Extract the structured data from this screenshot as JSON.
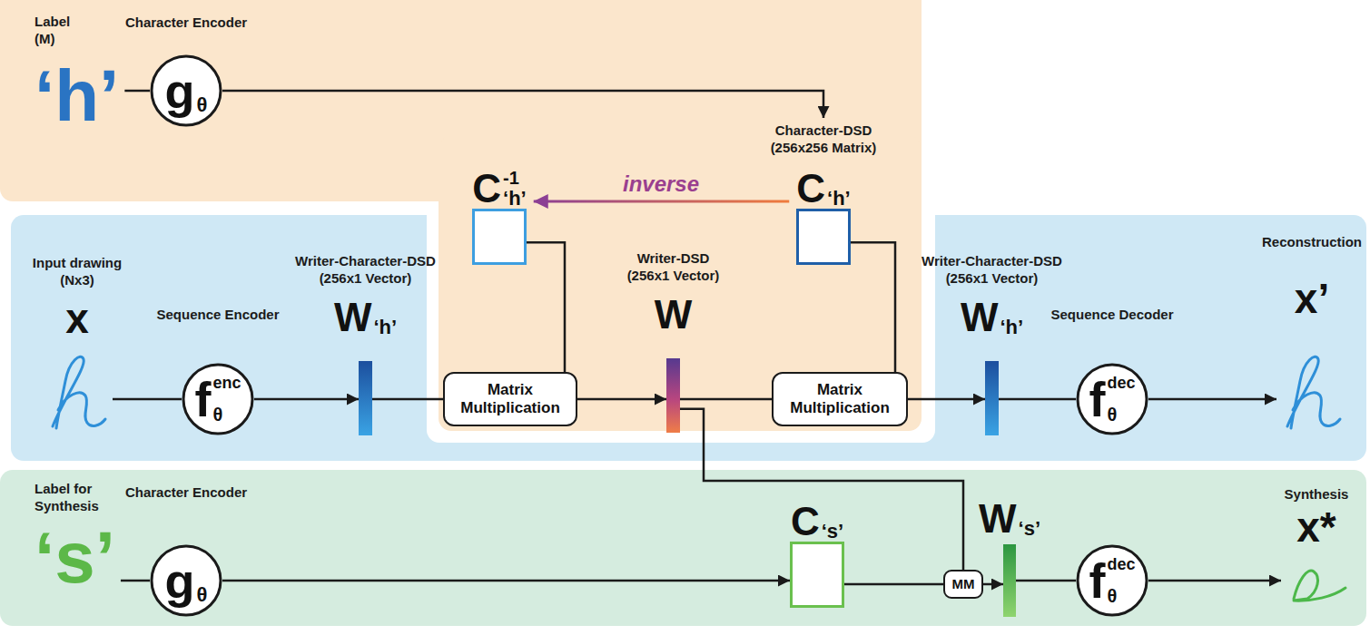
{
  "diagram": {
    "nodes": [
      {
        "text": [
          "Label (M)",
          "‘h’"
        ]
      },
      {
        "text": [
          "Character Encoder",
          "g",
          "θ"
        ]
      },
      {
        "text": [
          "Character-DSD (256x256 Matrix)",
          "C",
          "‘h’"
        ]
      },
      {
        "text": [
          "C",
          "-1",
          "‘h’"
        ]
      },
      {
        "text": [
          "Input drawing (Nx3)",
          "x"
        ]
      },
      {
        "text": [
          "Sequence Encoder",
          "f",
          "enc",
          "θ"
        ]
      },
      {
        "text": [
          "Writer-Character-DSD (256x1 Vector)",
          "W",
          "‘h’"
        ]
      },
      {
        "text": [
          "Matrix Multiplication"
        ]
      },
      {
        "text": [
          "Writer-DSD (256x1 Vector)",
          "W"
        ]
      },
      {
        "text": [
          "Matrix Multiplication"
        ]
      },
      {
        "text": [
          "Writer-Character-DSD (256x1 Vector)",
          "W",
          "‘h’"
        ]
      },
      {
        "text": [
          "Sequence Decoder",
          "f",
          "dec",
          "θ"
        ]
      },
      {
        "text": [
          "Reconstruction",
          "x’"
        ]
      },
      {
        "text": [
          "Label for Synthesis",
          "‘s’"
        ]
      },
      {
        "text": [
          "Character Encoder",
          "g",
          "θ"
        ]
      },
      {
        "text": [
          "C",
          "‘s’"
        ]
      },
      {
        "text": [
          "MM"
        ]
      },
      {
        "text": [
          "W",
          "‘s’"
        ]
      },
      {
        "text": [
          "f",
          "dec",
          "θ"
        ]
      },
      {
        "text": [
          "Synthesis",
          "x*"
        ]
      }
    ],
    "edges": [
      {
        "from": 0,
        "to": 1,
        "arrow": "none"
      },
      {
        "from": 1,
        "to": 2,
        "arrow": "to"
      },
      {
        "from": 2,
        "to": 3,
        "label": "inverse",
        "arrow": "to"
      },
      {
        "from": 4,
        "to": 5,
        "arrow": "none"
      },
      {
        "from": 5,
        "to": 6,
        "arrow": "to"
      },
      {
        "from": 6,
        "to": 7,
        "arrow": "none"
      },
      {
        "from": 3,
        "to": 7,
        "arrow": "none"
      },
      {
        "from": 7,
        "to": 8,
        "arrow": "to"
      },
      {
        "from": 8,
        "to": 9,
        "arrow": "none"
      },
      {
        "from": 2,
        "to": 9,
        "arrow": "none"
      },
      {
        "from": 9,
        "to": 10,
        "arrow": "to"
      },
      {
        "from": 10,
        "to": 11,
        "arrow": "none"
      },
      {
        "from": 11,
        "to": 12,
        "arrow": "to"
      },
      {
        "from": 13,
        "to": 14,
        "arrow": "none"
      },
      {
        "from": 14,
        "to": 15,
        "arrow": "to"
      },
      {
        "from": 8,
        "to": 16,
        "arrow": "none"
      },
      {
        "from": 15,
        "to": 16,
        "arrow": "none"
      },
      {
        "from": 16,
        "to": 17,
        "arrow": "to"
      },
      {
        "from": 17,
        "to": 18,
        "arrow": "none"
      },
      {
        "from": 18,
        "to": 19,
        "arrow": "to"
      }
    ]
  }
}
